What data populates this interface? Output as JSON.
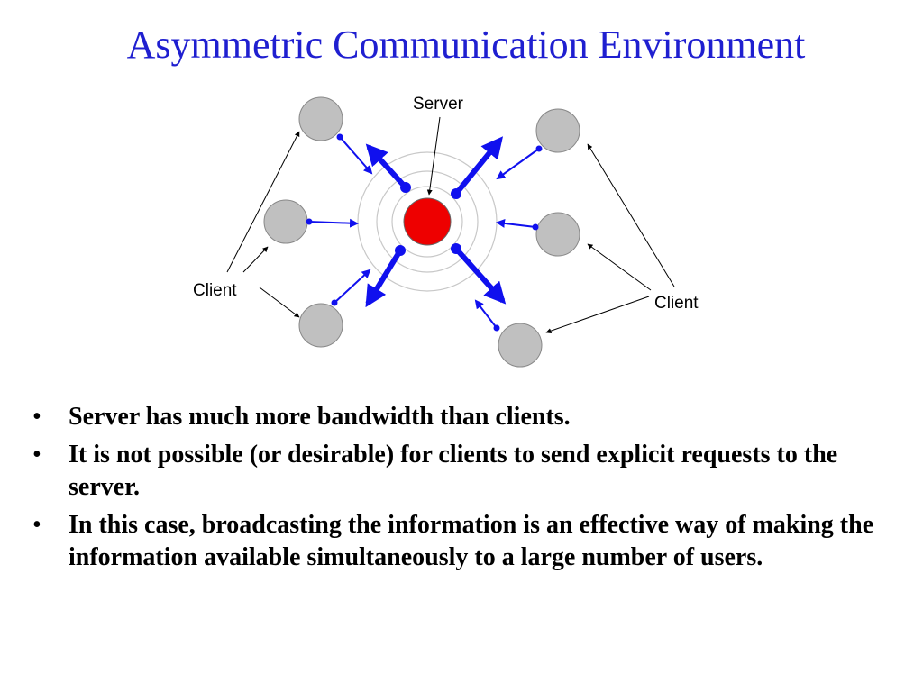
{
  "slide": {
    "title": "Asymmetric Communication Environment"
  },
  "diagram": {
    "server_label": "Server",
    "client_label_left": "Client",
    "client_label_right": "Client",
    "colors": {
      "server": "#ee0000",
      "client": "#c0c0c0",
      "arrow": "#1010ee",
      "rings": "#c8c8c8"
    }
  },
  "bullets": [
    {
      "marker": "•",
      "text": "Server has much more bandwidth than clients."
    },
    {
      "marker": "•",
      "text": "It is not possible (or desirable) for clients to send explicit requests to the server."
    },
    {
      "marker": "•",
      "text": "In this case, broadcasting the information is an effective way of making the information available simultaneously to a large number of users."
    }
  ]
}
